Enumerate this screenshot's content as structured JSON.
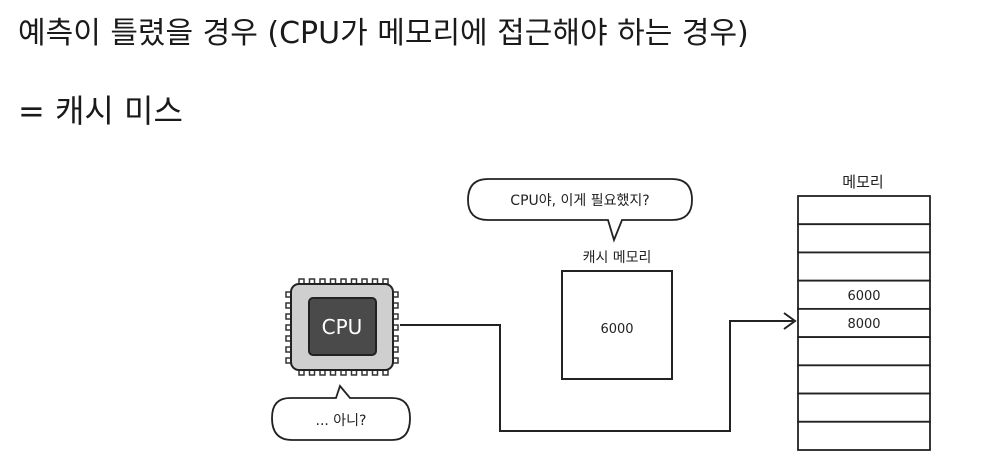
{
  "slide": {
    "title": "예측이 틀렸을 경우 (CPU가 메모리에 접근해야 하는 경우)",
    "subtitle": "= 캐시 미스"
  },
  "diagram": {
    "cpu_label": "CPU",
    "cpu_bubble": "... 아니?",
    "cache_bubble": "CPU야, 이게 필요했지?",
    "cache_title": "캐시 메모리",
    "cache_value": "6000",
    "memory_title": "메모리",
    "memory_cells": [
      "",
      "",
      "",
      "6000",
      "8000",
      "",
      "",
      "",
      ""
    ]
  }
}
